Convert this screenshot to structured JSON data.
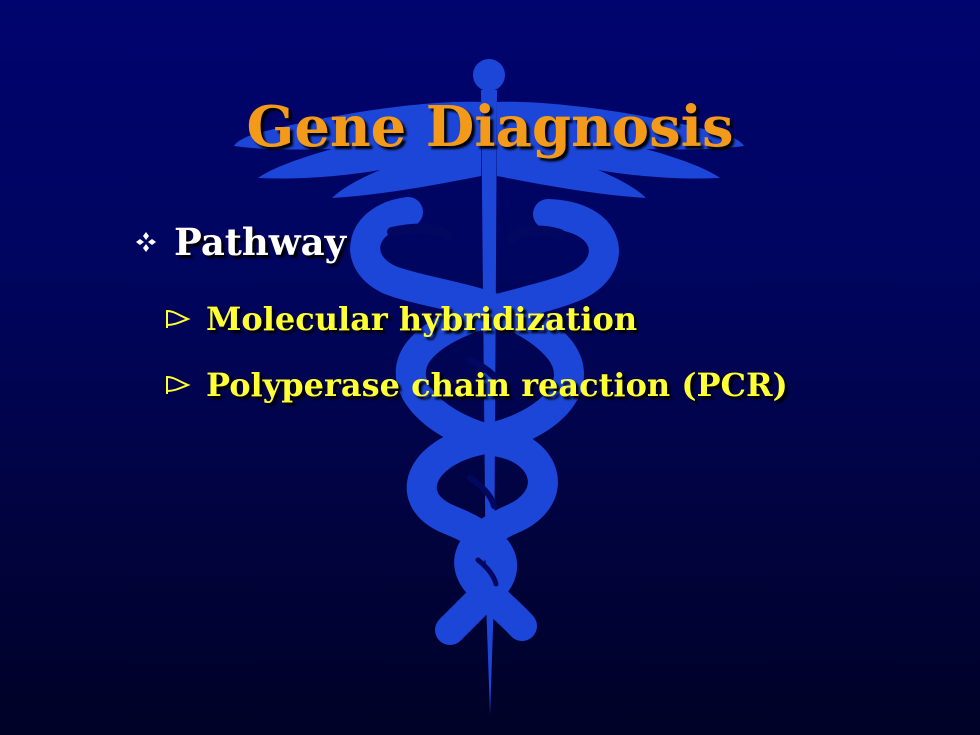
{
  "slide": {
    "title": "Gene Diagnosis",
    "bullets": [
      {
        "text": "Pathway",
        "icon": "diamond-bullet-icon",
        "subitems": [
          {
            "text": "Molecular hybridization",
            "icon": "flag-bullet-icon"
          },
          {
            "text": "Polyperase chain reaction (PCR)",
            "icon": "flag-bullet-icon"
          }
        ]
      }
    ],
    "background_icon": "caduceus-icon"
  },
  "colors": {
    "background_top": "#00046e",
    "background_bottom": "#000226",
    "title": "#f49a1a",
    "level1_text": "#ffffff",
    "level2_text": "#ffff33",
    "caduceus": "#1c46d8"
  }
}
